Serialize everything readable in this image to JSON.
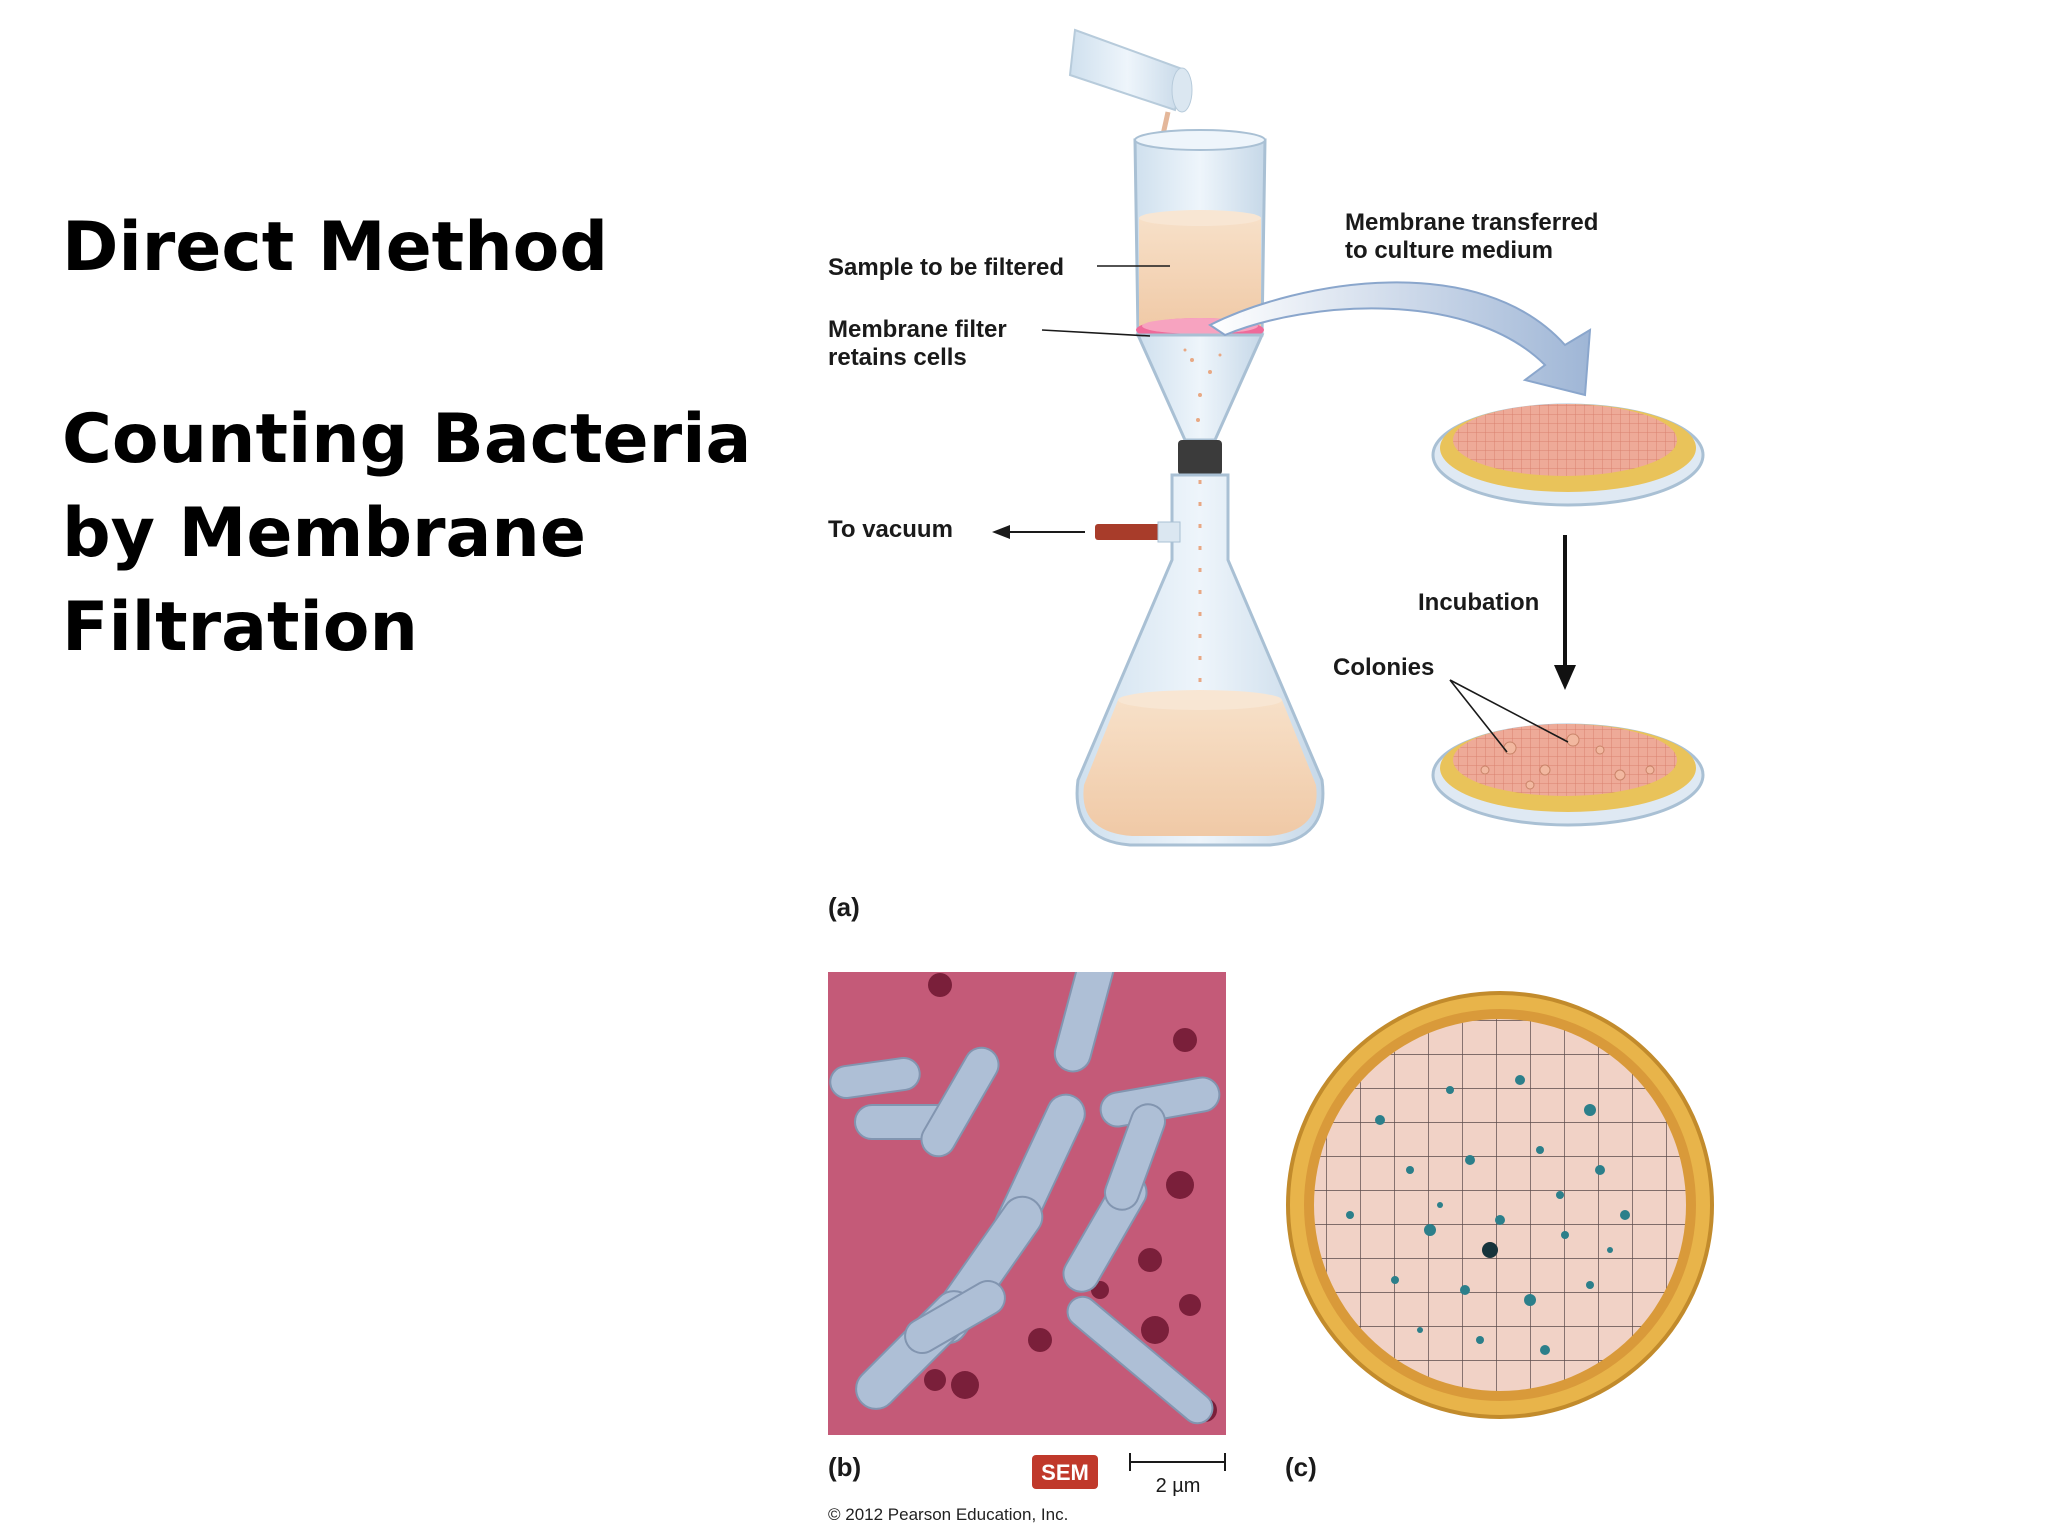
{
  "slide": {
    "heading": "Direct Method",
    "subheading_lines": [
      "Counting Bacteria",
      "by Membrane",
      "Filtration"
    ]
  },
  "figure": {
    "labels": {
      "sample": "Sample to be filtered",
      "membrane_filter_1": "Membrane filter",
      "membrane_filter_2": "retains cells",
      "transferred_1": "Membrane transferred",
      "transferred_2": "to culture medium",
      "vacuum": "To vacuum",
      "incubation": "Incubation",
      "colonies": "Colonies"
    },
    "panels": {
      "a": "(a)",
      "b": "(b)",
      "c": "(c)"
    },
    "sem_badge": "SEM",
    "scale_bar": "2 µm",
    "copyright": "© 2012 Pearson Education, Inc."
  },
  "colors": {
    "liquid": "#f3d3b4",
    "filter": "#ef6a9a",
    "membrane_grid": "#e79a8a",
    "agar": "#e9c35a",
    "sem_background": "#c45a78",
    "bacteria": "#aebfd6",
    "sem_badge": "#c0392b",
    "colony": "#2c7f8a"
  }
}
